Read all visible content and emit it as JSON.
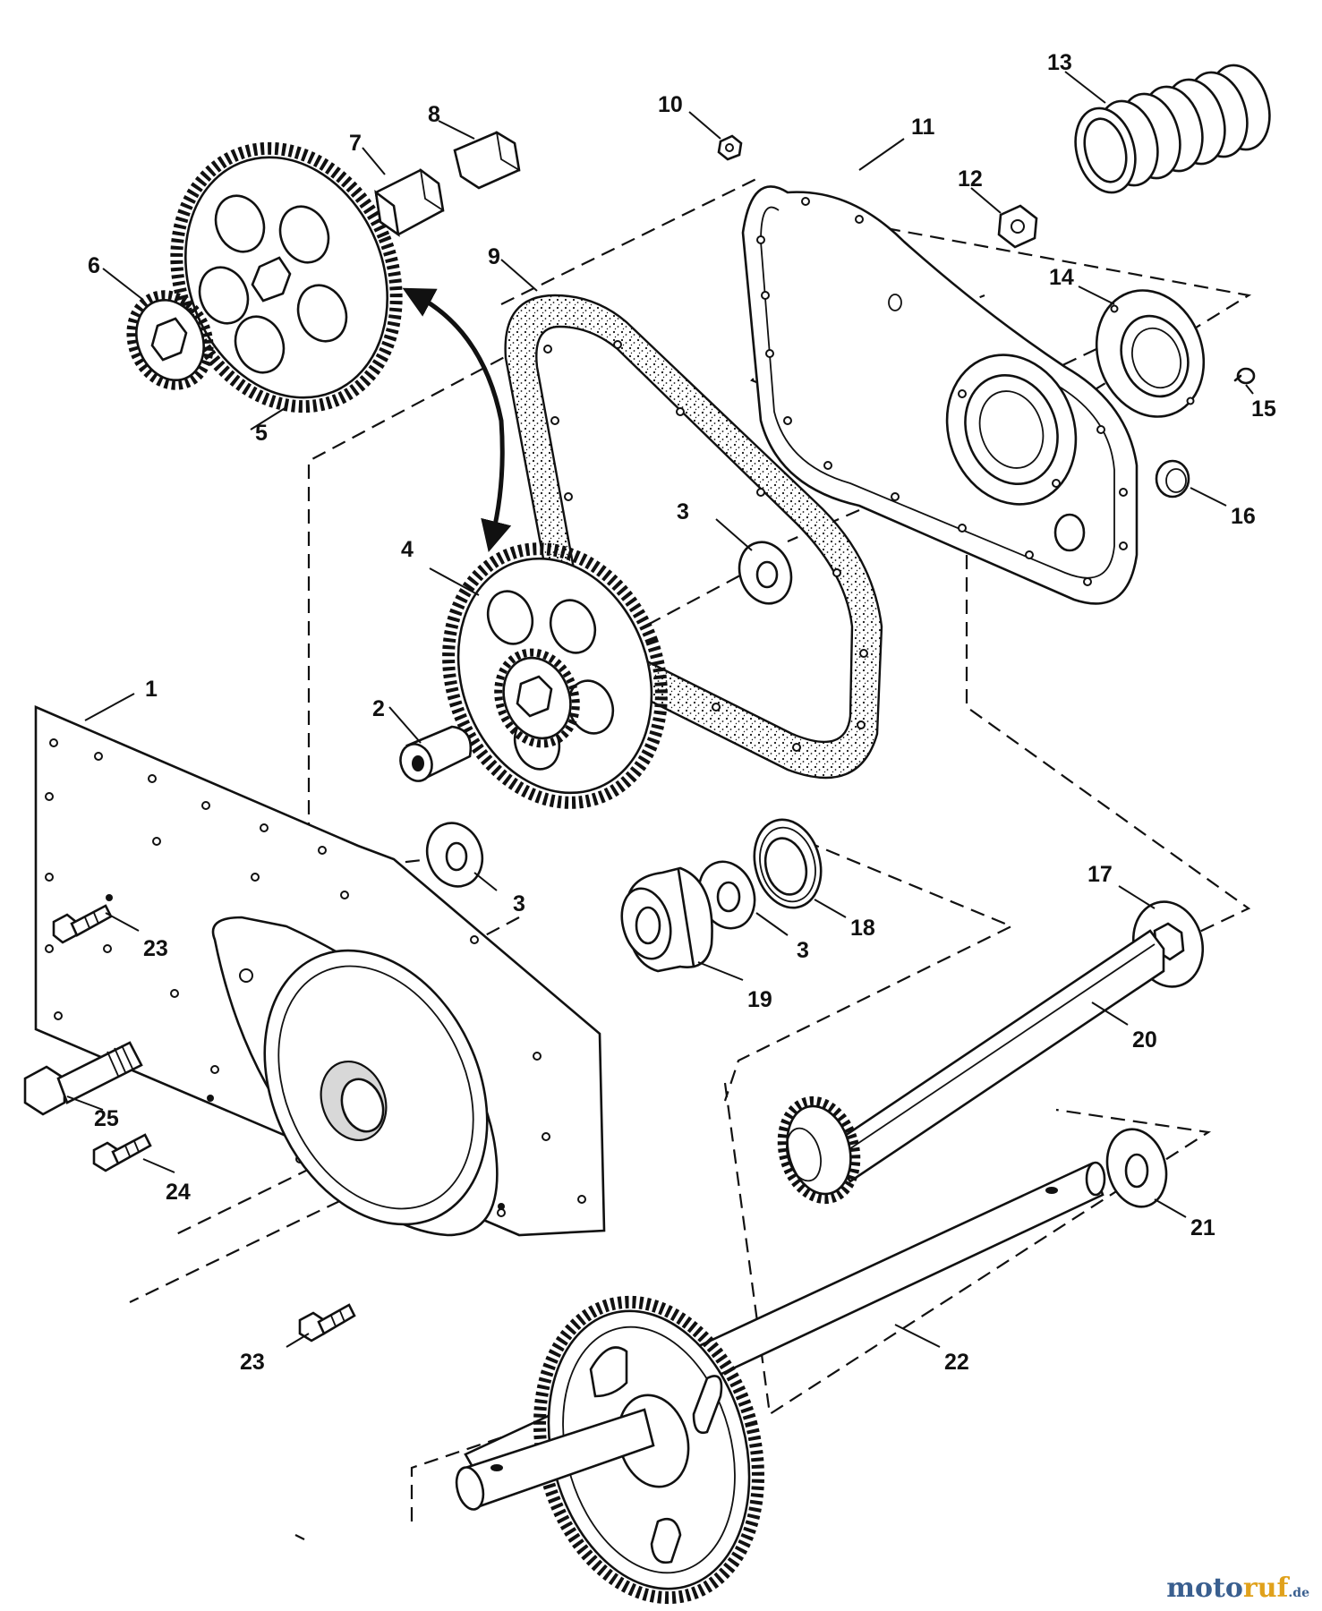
{
  "callouts": [
    {
      "id": "c1",
      "label": "1"
    },
    {
      "id": "c2",
      "label": "2"
    },
    {
      "id": "c3a",
      "label": "3"
    },
    {
      "id": "c3b",
      "label": "3"
    },
    {
      "id": "c3c",
      "label": "3"
    },
    {
      "id": "c4",
      "label": "4"
    },
    {
      "id": "c5",
      "label": "5"
    },
    {
      "id": "c6",
      "label": "6"
    },
    {
      "id": "c7",
      "label": "7"
    },
    {
      "id": "c8",
      "label": "8"
    },
    {
      "id": "c9",
      "label": "9"
    },
    {
      "id": "c10",
      "label": "10"
    },
    {
      "id": "c11",
      "label": "11"
    },
    {
      "id": "c12",
      "label": "12"
    },
    {
      "id": "c13",
      "label": "13"
    },
    {
      "id": "c14",
      "label": "14"
    },
    {
      "id": "c15",
      "label": "15"
    },
    {
      "id": "c16",
      "label": "16"
    },
    {
      "id": "c17",
      "label": "17"
    },
    {
      "id": "c18",
      "label": "18"
    },
    {
      "id": "c19",
      "label": "19"
    },
    {
      "id": "c20",
      "label": "20"
    },
    {
      "id": "c21",
      "label": "21"
    },
    {
      "id": "c22",
      "label": "22"
    },
    {
      "id": "c23a",
      "label": "23"
    },
    {
      "id": "c23b",
      "label": "23"
    },
    {
      "id": "c24",
      "label": "24"
    },
    {
      "id": "c25",
      "label": "25"
    }
  ],
  "watermark": {
    "part1": "moto",
    "part2": "ruf",
    "part3": ".de"
  }
}
